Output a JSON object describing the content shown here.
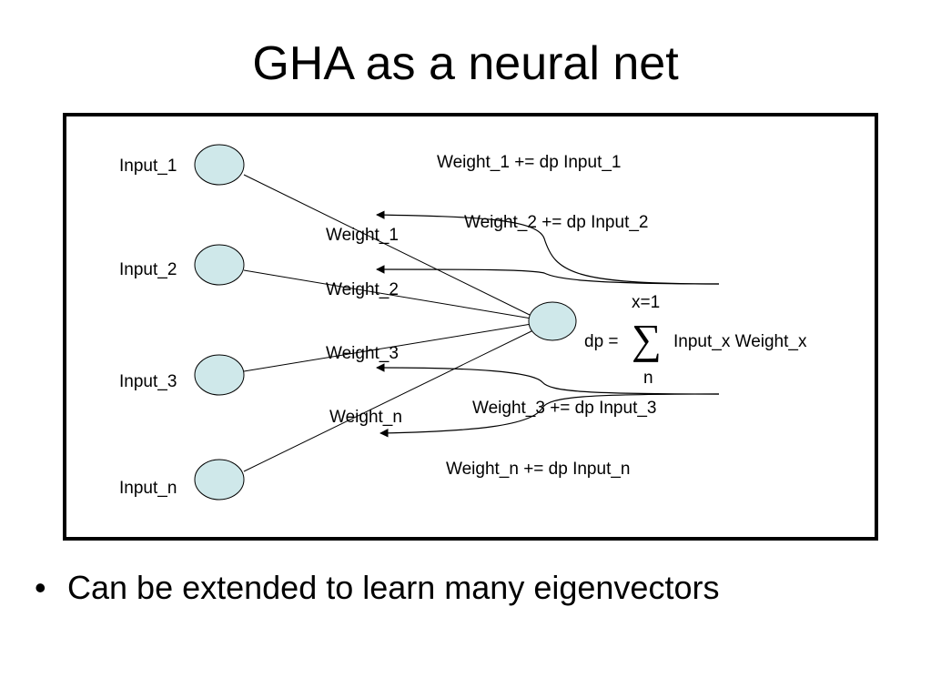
{
  "title": "GHA as a neural net",
  "diagram": {
    "inputs": [
      "Input_1",
      "Input_2",
      "Input_3",
      "Input_n"
    ],
    "weights": [
      "Weight_1",
      "Weight_2",
      "Weight_3",
      "Weight_n"
    ],
    "update_rules": [
      "Weight_1 += dp Input_1",
      "Weight_2 += dp Input_2",
      "Weight_3 += dp Input_3",
      "Weight_n += dp Input_n"
    ],
    "formula": {
      "upper_limit": "x=1",
      "lhs": "dp =",
      "sigma": "∑",
      "terms": "Input_x Weight_x",
      "lower_limit": "n"
    },
    "node_fill": "#cfe8ea"
  },
  "bullets": [
    {
      "marker": "•",
      "text": "Can be extended to learn many eigenvectors"
    }
  ]
}
